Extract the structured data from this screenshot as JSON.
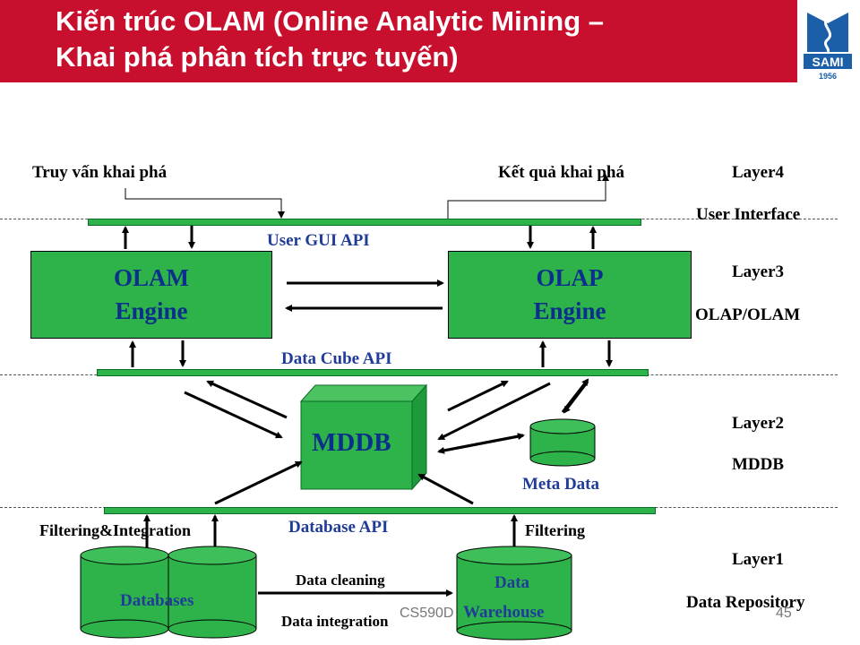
{
  "slide": {
    "title_line1": "Kiến trúc OLAM (Online Analytic Mining –",
    "title_line2": "Khai phá phân tích trực tuyến)",
    "logo_text": "SAMI",
    "logo_year": "1956",
    "footer_course": "CS590D",
    "page_number": "45"
  },
  "layers": [
    {
      "name": "Layer4",
      "desc": "User Interface"
    },
    {
      "name": "Layer3",
      "desc": "OLAP/OLAM"
    },
    {
      "name": "Layer2",
      "desc": "MDDB"
    },
    {
      "name": "Layer1",
      "desc": "Data Repository"
    }
  ],
  "diagram": {
    "query_label": "Truy vấn khai phá",
    "result_label": "Kết quả khai phá",
    "gui_api": "User GUI API",
    "olam_line1": "OLAM",
    "olam_line2": "Engine",
    "olap_line1": "OLAP",
    "olap_line2": "Engine",
    "cube_api": "Data Cube API",
    "mddb": "MDDB",
    "meta_data": "Meta Data",
    "filtering_integration": "Filtering&Integration",
    "database_api": "Database API",
    "filtering": "Filtering",
    "databases": "Databases",
    "data_cleaning": "Data cleaning",
    "data_integration": "Data integration",
    "warehouse_line1": "Data",
    "warehouse_line2": "Warehouse"
  },
  "colors": {
    "title_bar": "#c8102e",
    "component_green": "#2db34a",
    "label_blue": "#1f3c99",
    "logo_blue": "#1b5fa8"
  }
}
